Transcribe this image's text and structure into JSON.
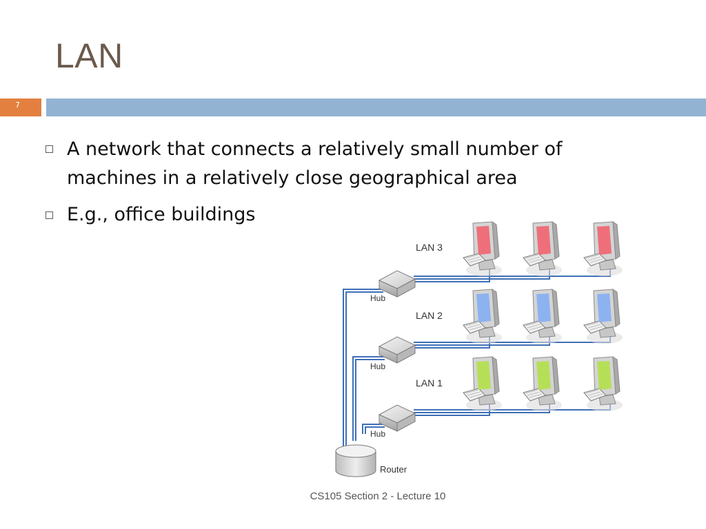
{
  "slide": {
    "title": "LAN",
    "number": "7",
    "bullets": [
      "A network that connects a relatively small number of",
      "machines in a relatively close geographical area",
      "E.g., office buildings"
    ],
    "footer": "CS105 Section 2 - Lecture 10"
  },
  "diagram": {
    "lan_labels": [
      "LAN 3",
      "LAN 2",
      "LAN 1"
    ],
    "hub_label": "Hub",
    "router_label": "Router",
    "screen_colors": [
      "#ee6f7a",
      "#8db2f0",
      "#b6df58"
    ]
  }
}
